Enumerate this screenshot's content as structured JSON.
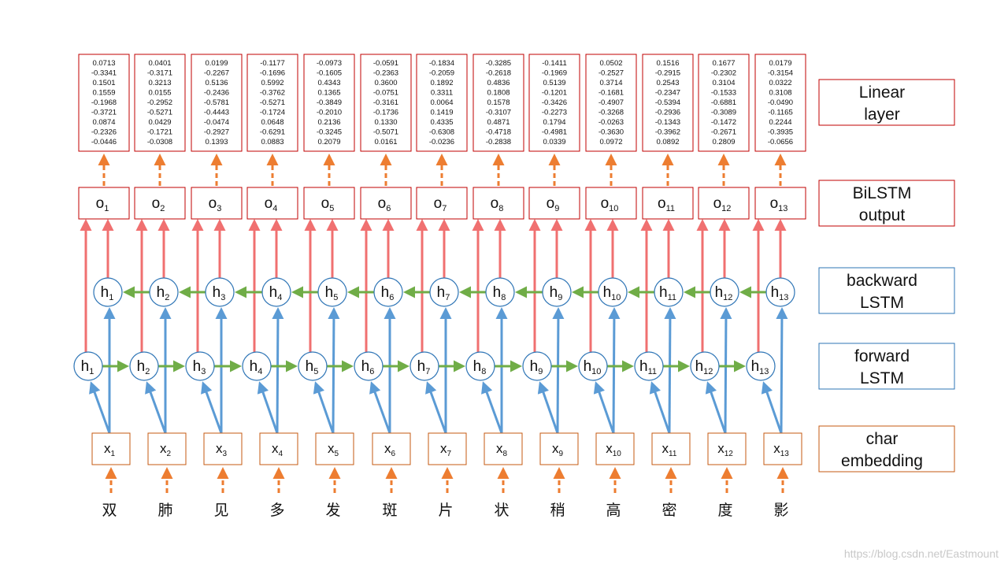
{
  "legend": {
    "linear": [
      "Linear",
      "layer"
    ],
    "bilstm": [
      "BiLSTM",
      "output"
    ],
    "backward": [
      "backward",
      "LSTM"
    ],
    "forward": [
      "forward",
      "LSTM"
    ],
    "embedding": [
      "char",
      "embedding"
    ]
  },
  "colors": {
    "red": "#c00000",
    "red_arrow": "#f07070",
    "blue_box": "#2e75b6",
    "blue_arrow": "#5b9bd5",
    "green_arrow": "#70ad47",
    "orange": "#c55a11",
    "orange_arrow": "#ed7d31"
  },
  "output_prefix": "o",
  "hidden_prefix": "h",
  "input_prefix": "x",
  "characters": [
    "双",
    "肺",
    "见",
    "多",
    "发",
    "斑",
    "片",
    "状",
    "稍",
    "高",
    "密",
    "度",
    "影"
  ],
  "vectors": [
    [
      "0.0713",
      "-0.3341",
      "0.1501",
      "0.1559",
      "-0.1968",
      "-0.3721",
      "0.0874",
      "-0.2326",
      "-0.0446"
    ],
    [
      "0.0401",
      "-0.3171",
      "0.3213",
      "0.0155",
      "-0.2952",
      "-0.5271",
      "0.0429",
      "-0.1721",
      "-0.0308"
    ],
    [
      "0.0199",
      "-0.2267",
      "0.5136",
      "-0.2436",
      "-0.5781",
      "-0.4443",
      "-0.0474",
      "-0.2927",
      "0.1393"
    ],
    [
      "-0.1177",
      "-0.1696",
      "0.5992",
      "-0.3762",
      "-0.5271",
      "-0.1724",
      "0.0648",
      "-0.6291",
      "0.0883"
    ],
    [
      "-0.0973",
      "-0.1605",
      "0.4343",
      "0.1365",
      "-0.3849",
      "-0.2010",
      "0.2136",
      "-0.3245",
      "0.2079"
    ],
    [
      "-0.0591",
      "-0.2363",
      "0.3600",
      "-0.0751",
      "-0.3161",
      "-0.1736",
      "0.1330",
      "-0.5071",
      "0.0161"
    ],
    [
      "-0.1834",
      "-0.2059",
      "0.1892",
      "0.3311",
      "0.0064",
      "0.1419",
      "0.4335",
      "-0.6308",
      "-0.0236"
    ],
    [
      "-0.3285",
      "-0.2618",
      "0.4836",
      "0.1808",
      "0.1578",
      "-0.3107",
      "0.4871",
      "-0.4718",
      "-0.2838"
    ],
    [
      "-0.1411",
      "-0.1969",
      "0.5139",
      "-0.1201",
      "-0.3426",
      "-0.2273",
      "0.1794",
      "-0.4981",
      "0.0339"
    ],
    [
      "0.0502",
      "-0.2527",
      "0.3714",
      "-0.1681",
      "-0.4907",
      "-0.3268",
      "-0.0263",
      "-0.3630",
      "0.0972"
    ],
    [
      "0.1516",
      "-0.2915",
      "0.2543",
      "-0.2347",
      "-0.5394",
      "-0.2936",
      "-0.1343",
      "-0.3962",
      "0.0892"
    ],
    [
      "0.1677",
      "-0.2302",
      "0.3104",
      "-0.1533",
      "-0.6881",
      "-0.3089",
      "-0.1472",
      "-0.2671",
      "0.2809"
    ],
    [
      "0.0179",
      "-0.3154",
      "0.0322",
      "0.3108",
      "-0.0490",
      "-0.1165",
      "0.2244",
      "-0.3935",
      "-0.0656"
    ]
  ],
  "watermark": "https://blog.csdn.net/Eastmount"
}
